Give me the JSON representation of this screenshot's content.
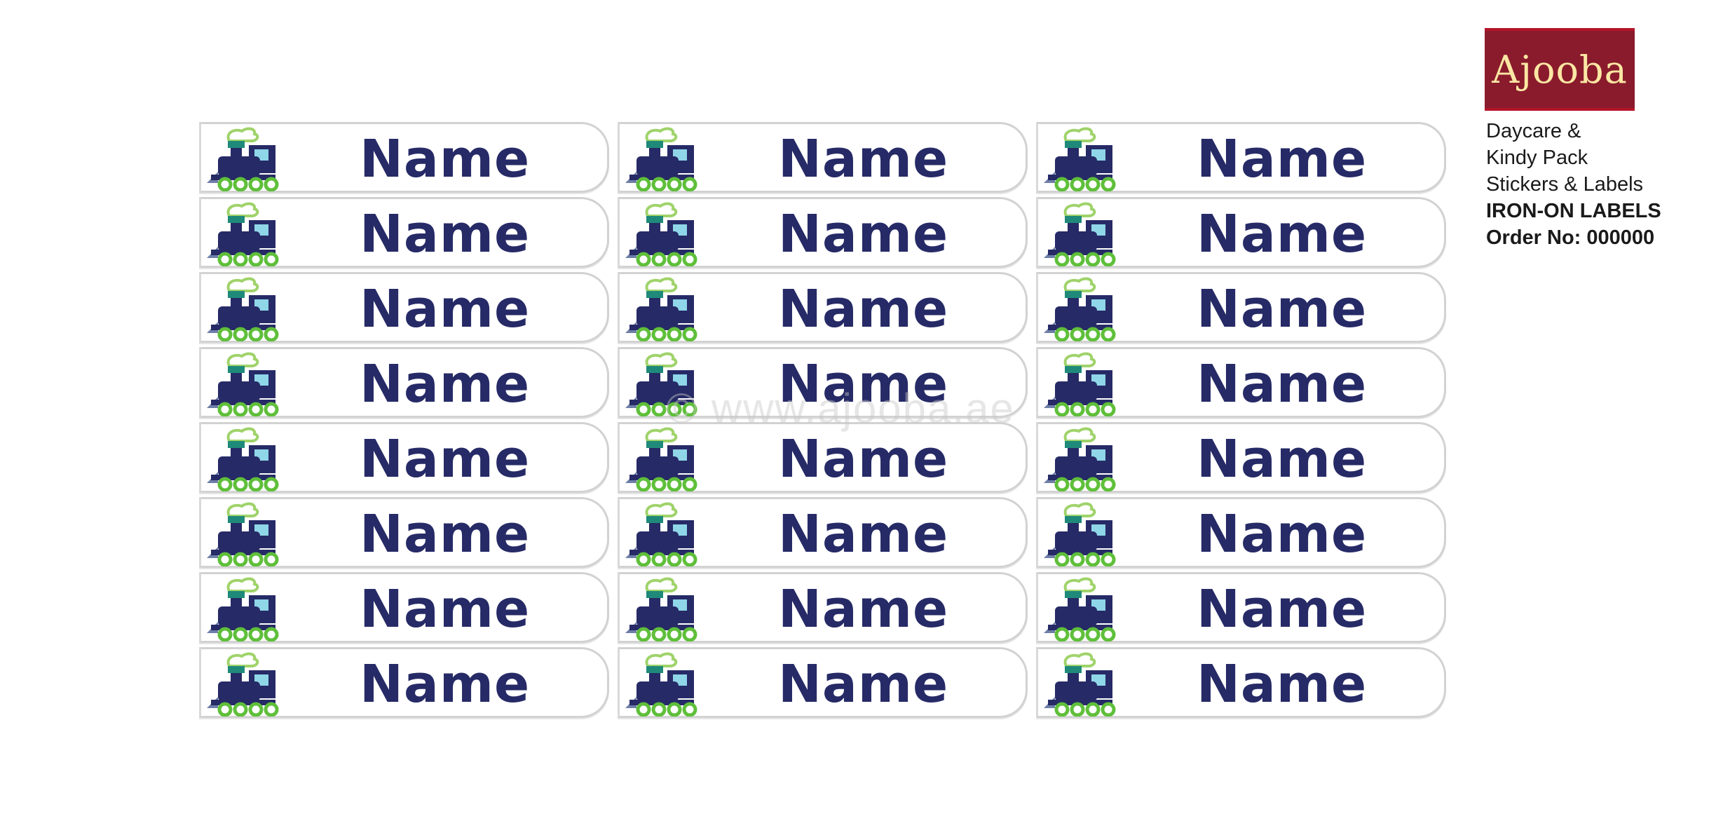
{
  "logo": {
    "text": "Ajooba"
  },
  "info": {
    "line1": "Daycare &",
    "line2": "Kindy Pack",
    "line3": "Stickers & Labels",
    "line4": "IRON-ON LABELS",
    "line5": "Order No: 000000"
  },
  "watermark": "© www.ajooba.ae",
  "labels": {
    "icon": "train-icon",
    "text": "Name",
    "rows": 8,
    "columns": 3
  },
  "colors": {
    "label_text": "#262a66",
    "logo_bg": "#8a1b2c",
    "logo_text": "#fbe7a4",
    "train_body": "#262a66",
    "train_wheels": "#5fbf3a",
    "train_steam": "#9fd36a"
  }
}
